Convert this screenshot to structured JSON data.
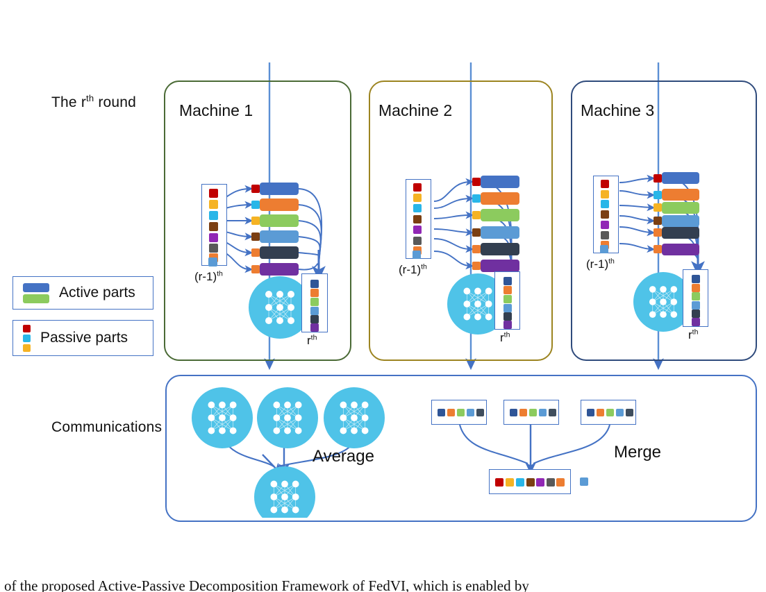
{
  "figure": {
    "left_labels": {
      "round": "The r",
      "round_sup": "th",
      "round_tail": " round",
      "communications": "Communications"
    },
    "legend": [
      {
        "id": "active",
        "label": "Active parts",
        "kind": "bars",
        "colors": [
          "#4472c4",
          "#8ccb5e"
        ]
      },
      {
        "id": "passive",
        "label": "Passive parts",
        "kind": "dots",
        "colors": [
          "#c00000",
          "#29b6e8",
          "#f5b324"
        ]
      }
    ],
    "machines": [
      {
        "id": "machine-1",
        "title": "Machine 1",
        "border_color": "#4a6a35",
        "input_label": "(r-1)",
        "input_sup": "th",
        "output_label": "r",
        "output_sup": "th"
      },
      {
        "id": "machine-2",
        "title": "Machine 2",
        "border_color": "#9c8420",
        "input_label": "(r-1)",
        "input_sup": "th",
        "output_label": "r",
        "output_sup": "th"
      },
      {
        "id": "machine-3",
        "title": "Machine 3",
        "border_color": "#2f4b7c",
        "input_label": "(r-1)",
        "input_sup": "th",
        "output_label": "r",
        "output_sup": "th"
      }
    ],
    "passive_vector_colors": [
      "#c00000",
      "#f5b324",
      "#29b6e8",
      "#7b3f12",
      "#9127b5",
      "#595959",
      "#ed7d31",
      "#5b9bd5"
    ],
    "gate_dot_colors": [
      "#c00000",
      "#29b6e8",
      "#f5b324",
      "#7b3f12",
      "#ed7d31",
      "#ed7d31"
    ],
    "active_bar_colors": [
      "#4472c4",
      "#ed7d31",
      "#8ccb5e",
      "#5b9bd5",
      "#333f50",
      "#7030a0"
    ],
    "output_vector_colors": [
      "#2f5597",
      "#ed7d31",
      "#8ccb5e",
      "#5b9bd5",
      "#333f50",
      "#7030a0"
    ],
    "communications": {
      "border_color": "#4472c4",
      "average_label": "Average",
      "merge_label": "Merge",
      "model_circle_color": "#4fc3e8",
      "merge_input_boxes": [
        {
          "colors": [
            "#2f5597",
            "#ed7d31",
            "#8ccb5e",
            "#5b9bd5",
            "#3f4e5e"
          ]
        },
        {
          "colors": [
            "#2f5597",
            "#ed7d31",
            "#8ccb5e",
            "#5b9bd5",
            "#3f4e5e"
          ]
        },
        {
          "colors": [
            "#2f5597",
            "#ed7d31",
            "#8ccb5e",
            "#5b9bd5",
            "#3f4e5e"
          ]
        }
      ],
      "merge_output_colors": [
        "#c00000",
        "#f5b324",
        "#29b6e8",
        "#7b3f12",
        "#9127b5",
        "#595959",
        "#ed7d31",
        "#5b9bd5"
      ]
    },
    "arrow_color": "#4472c4",
    "caption": "of the proposed Active-Passive Decomposition Framework of FedVI, which is enabled by"
  }
}
